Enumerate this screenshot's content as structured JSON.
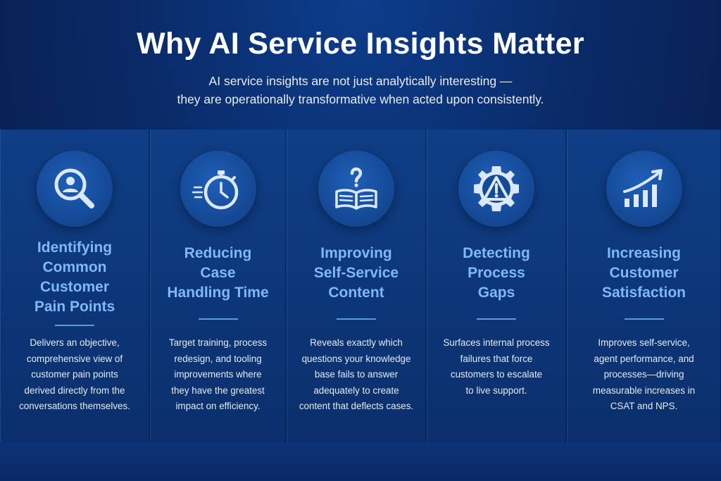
{
  "header": {
    "title": "Why AI Service Insights Matter",
    "subtitle_lines": [
      "AI service insights are not just analytically interesting —",
      "they are operationally transformative when acted upon consistently."
    ]
  },
  "colors": {
    "background": "#0a2a66",
    "card": "#0d3678",
    "card_title": "#7fb8f5",
    "icon_stroke": "#dbe8fb"
  },
  "cards": [
    {
      "icon": "magnifier-person-icon",
      "title_lines": [
        "Identifying",
        "Common",
        "Customer",
        "Pain Points"
      ],
      "desc_lines": [
        "Delivers an objective,",
        "comprehensive view of",
        "customer pain points",
        "derived directly from the",
        "conversations themselves."
      ]
    },
    {
      "icon": "stopwatch-icon",
      "title_lines": [
        "Reducing",
        "Case",
        "Handling Time"
      ],
      "desc_lines": [
        "Target training, process",
        "redesign, and tooling",
        "improvements where",
        "they have the greatest",
        "impact on efficiency."
      ]
    },
    {
      "icon": "book-question-icon",
      "title_lines": [
        "Improving",
        "Self-Service",
        "Content"
      ],
      "desc_lines": [
        "Reveals exactly which",
        "questions your knowledge",
        "base fails to answer",
        "adequately to create",
        "content that deflects cases."
      ]
    },
    {
      "icon": "gear-warning-icon",
      "title_lines": [
        "Detecting",
        "Process",
        "Gaps"
      ],
      "desc_lines": [
        "Surfaces internal process",
        "failures that force",
        "customers to escalate",
        "to live support."
      ]
    },
    {
      "icon": "growth-chart-icon",
      "title_lines": [
        "Increasing",
        "Customer",
        "Satisfaction"
      ],
      "desc_lines": [
        "Improves self-service,",
        "agent performance, and",
        "processes—driving",
        "measurable increases in",
        "CSAT and NPS."
      ]
    }
  ]
}
